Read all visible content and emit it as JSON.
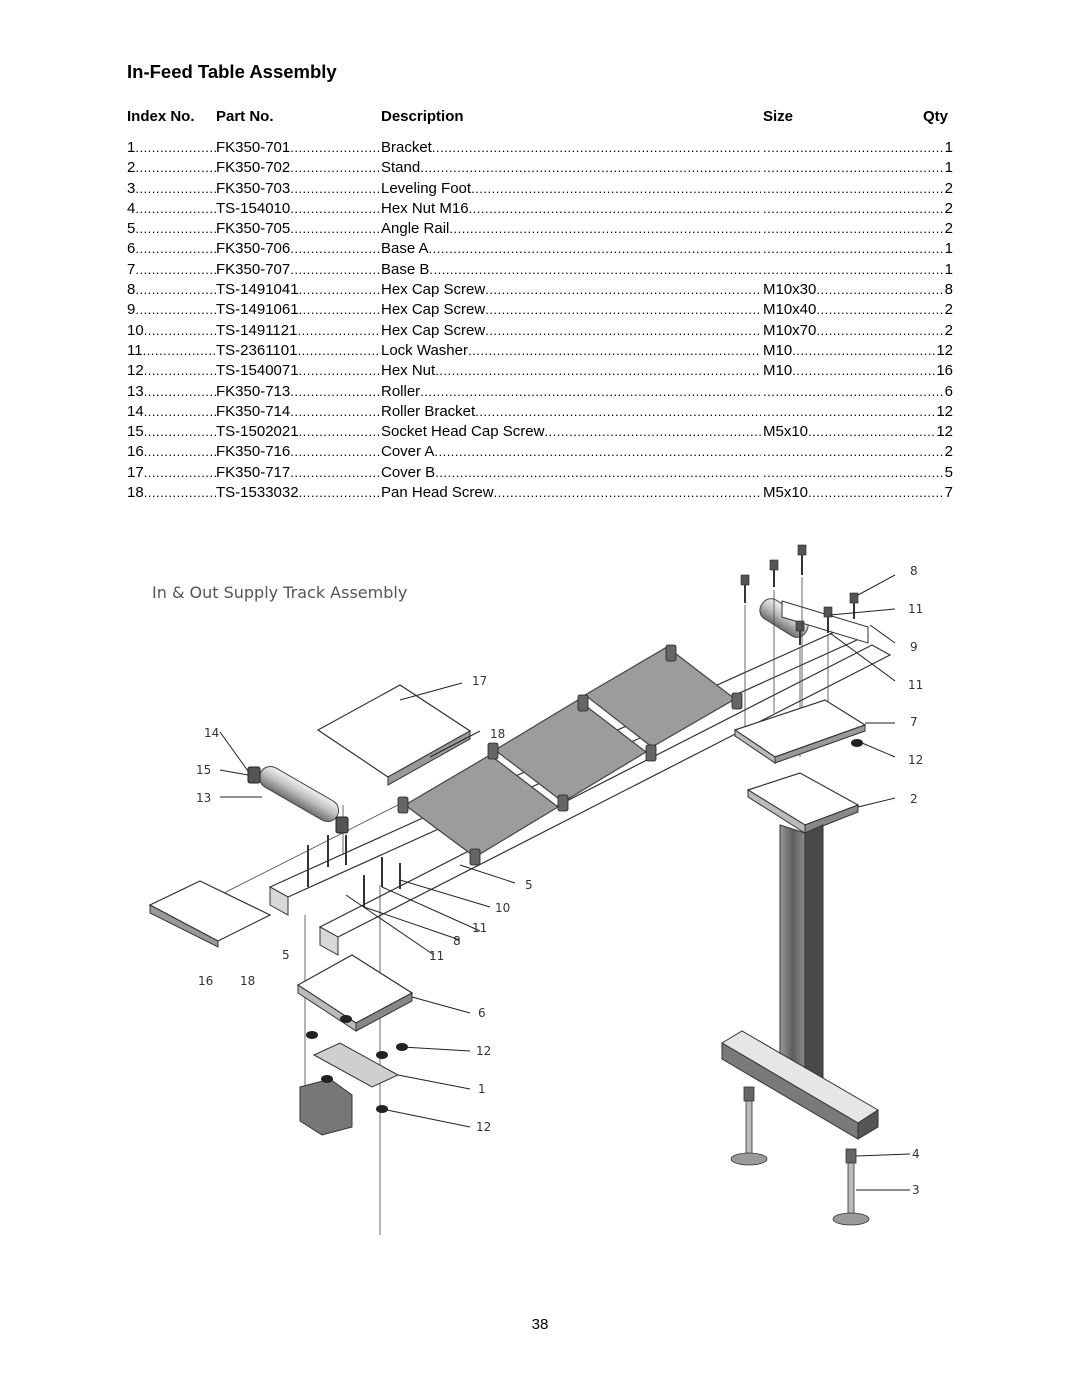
{
  "title": "In-Feed Table Assembly",
  "columns": {
    "index": "Index No.",
    "part": "Part No.",
    "description": "Description",
    "size": "Size",
    "qty": "Qty"
  },
  "parts": [
    {
      "index": "1",
      "part": "FK350-701",
      "description": "Bracket",
      "size": "",
      "qty": "1"
    },
    {
      "index": "2",
      "part": "FK350-702",
      "description": "Stand",
      "size": "",
      "qty": "1"
    },
    {
      "index": "3",
      "part": "FK350-703",
      "description": "Leveling Foot",
      "size": "",
      "qty": "2"
    },
    {
      "index": "4",
      "part": "TS-154010",
      "description": "Hex Nut M16",
      "size": "",
      "qty": "2"
    },
    {
      "index": "5",
      "part": "FK350-705",
      "description": "Angle Rail",
      "size": "",
      "qty": "2"
    },
    {
      "index": "6",
      "part": "FK350-706",
      "description": "Base A",
      "size": "",
      "qty": "1"
    },
    {
      "index": "7",
      "part": "FK350-707",
      "description": "Base B",
      "size": "",
      "qty": "1"
    },
    {
      "index": "8",
      "part": "TS-1491041",
      "description": "Hex Cap Screw",
      "size": "M10x30",
      "qty": "8"
    },
    {
      "index": "9",
      "part": "TS-1491061",
      "description": "Hex Cap Screw",
      "size": "M10x40",
      "qty": "2"
    },
    {
      "index": "10",
      "part": "TS-1491121",
      "description": "Hex Cap Screw",
      "size": "M10x70",
      "qty": "2"
    },
    {
      "index": "11",
      "part": "TS-2361101",
      "description": "Lock Washer",
      "size": "M10",
      "qty": "12"
    },
    {
      "index": "12",
      "part": "TS-1540071",
      "description": "Hex Nut",
      "size": "M10",
      "qty": "16"
    },
    {
      "index": "13",
      "part": "FK350-713",
      "description": "Roller",
      "size": "",
      "qty": "6"
    },
    {
      "index": "14",
      "part": "FK350-714",
      "description": "Roller Bracket",
      "size": "",
      "qty": "12"
    },
    {
      "index": "15",
      "part": "TS-1502021",
      "description": "Socket Head Cap Screw",
      "size": "M5x10",
      "qty": "12"
    },
    {
      "index": "16",
      "part": "FK350-716",
      "description": "Cover A",
      "size": "",
      "qty": "2"
    },
    {
      "index": "17",
      "part": "FK350-717",
      "description": "Cover B",
      "size": "",
      "qty": "5"
    },
    {
      "index": "18",
      "part": "TS-1533032",
      "description": "Pan Head Screw",
      "size": "M5x10",
      "qty": "7"
    }
  ],
  "diagram": {
    "title": "In & Out Supply Track Assembly",
    "callouts": [
      "8",
      "11",
      "9",
      "11",
      "7",
      "12",
      "2",
      "17",
      "18",
      "14",
      "15",
      "13",
      "5",
      "10",
      "11",
      "8",
      "11",
      "5",
      "16",
      "18",
      "6",
      "12",
      "1",
      "12",
      "4",
      "3"
    ]
  },
  "page_number": "38"
}
